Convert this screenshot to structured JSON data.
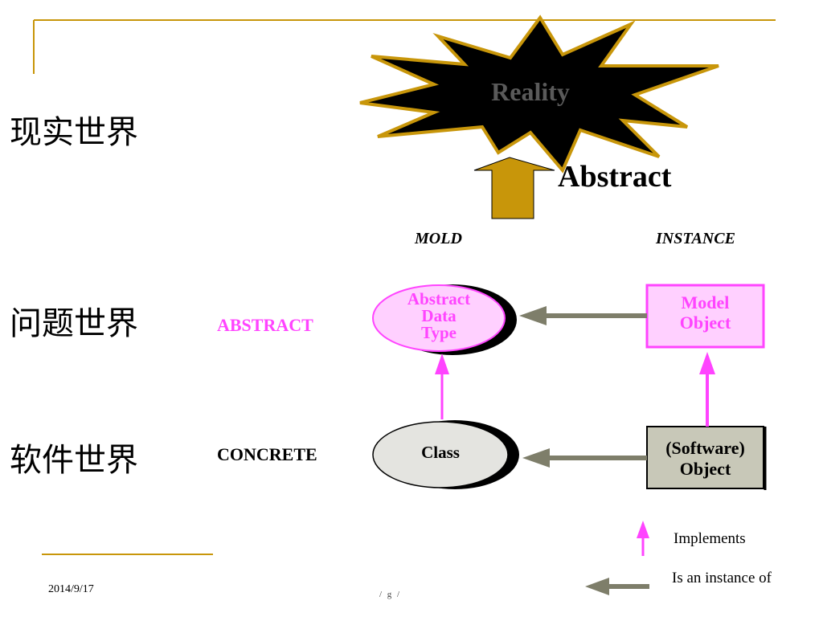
{
  "slide": {
    "date": "2014/9/17",
    "footer_fragment": "/ g  /"
  },
  "worlds": {
    "real": "现实世界",
    "problem": "问题世界",
    "software": "软件世界"
  },
  "levels": {
    "abstract": "ABSTRACT",
    "concrete": "CONCRETE"
  },
  "columns": {
    "mold": "MOLD",
    "instance": "INSTANCE"
  },
  "nodes": {
    "reality": "Reality",
    "abstract_data_type": [
      "Abstract",
      "Data",
      "Type"
    ],
    "model_object": [
      "Model",
      "Object"
    ],
    "class": "Class",
    "software_object": [
      "(Software)",
      "Object"
    ]
  },
  "abstract_arrow_label": "Abstract",
  "legend": {
    "implements": "Implements",
    "instance_of": "Is an instance of"
  },
  "colors": {
    "gold": "#c8960a",
    "magenta": "#ff44ff",
    "pink_fill": "#ffd0ff",
    "olive_arrow": "#7e7e6a",
    "gray_box": "#c8c8b8",
    "ellipse_gray": "#e4e4e0"
  }
}
